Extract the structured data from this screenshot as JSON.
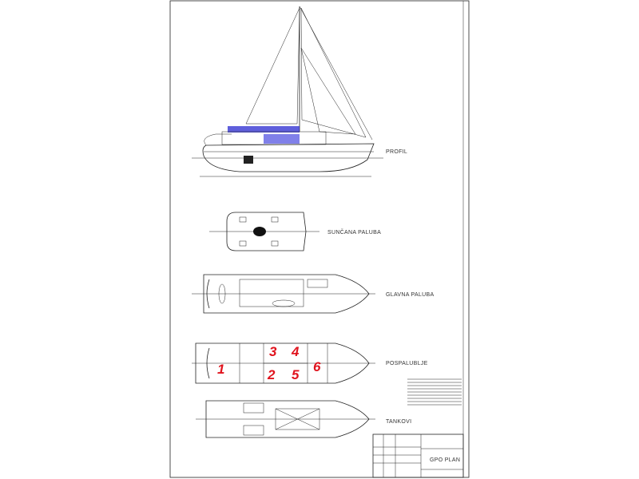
{
  "views": {
    "profile": "PROFIL",
    "sun_deck": "SUNČANA PALUBA",
    "main_deck": "GLAVNA PALUBA",
    "below_deck": "POSPALUBLJE",
    "tanks": "TANKOVI"
  },
  "title_block": {
    "drawing_title": "GPO PLAN"
  },
  "cabins": [
    "1",
    "2",
    "3",
    "4",
    "5",
    "6"
  ],
  "colors": {
    "cabin_numbers": "#e0141e",
    "deck_highlight": "#2a2ad0",
    "lines": "#222222"
  }
}
